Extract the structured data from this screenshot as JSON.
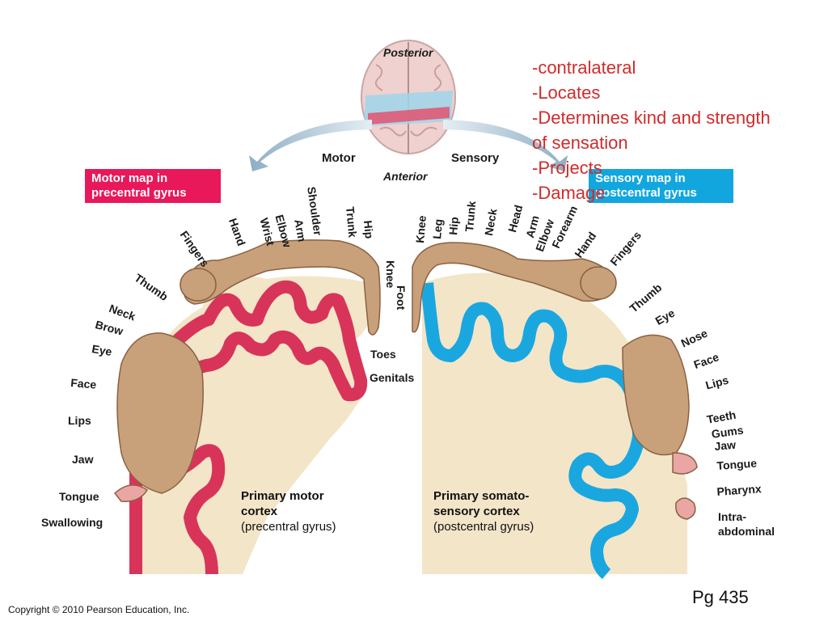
{
  "brain_labels": {
    "posterior": "Posterior",
    "anterior": "Anterior",
    "motor": "Motor",
    "sensory": "Sensory"
  },
  "motor_box": {
    "line1": "Motor map in",
    "line2": "precentral gyrus",
    "color": "#e8185a"
  },
  "sensory_box": {
    "line1": "Sensory map in",
    "line2": "postcentral gyrus",
    "color": "#12a6de"
  },
  "notes": [
    "-contralateral",
    "-Locates",
    "-Determines kind and strength",
    "of sensation",
    "-Projects",
    "-Damage"
  ],
  "motor_labels": {
    "fingers": "Fingers",
    "hand": "Hand",
    "wrist": "Wrist",
    "elbow": "Elbow",
    "arm": "Arm",
    "shoulder": "Shoulder",
    "trunk": "Trunk",
    "hip": "Hip",
    "knee": "Knee",
    "foot": "Foot",
    "toes": "Toes",
    "thumb": "Thumb",
    "neck": "Neck",
    "brow": "Brow",
    "eye": "Eye",
    "face": "Face",
    "lips": "Lips",
    "jaw": "Jaw",
    "tongue": "Tongue",
    "swallowing": "Swallowing"
  },
  "sensory_labels": {
    "genitals": "Genitals",
    "knee": "Knee",
    "leg": "Leg",
    "hip": "Hip",
    "trunk": "Trunk",
    "neck": "Neck",
    "head": "Head",
    "arm": "Arm",
    "elbow": "Elbow",
    "forearm": "Forearm",
    "hand": "Hand",
    "fingers": "Fingers",
    "thumb": "Thumb",
    "eye": "Eye",
    "nose": "Nose",
    "face": "Face",
    "lips": "Lips",
    "teeth": "Teeth",
    "gums": "Gums",
    "jaw": "Jaw",
    "tongue": "Tongue",
    "pharynx": "Pharynx",
    "intra1": "Intra-",
    "intra2": "abdominal"
  },
  "motor_caption": {
    "line1": "Primary motor",
    "line2": "cortex",
    "line3": "(precentral gyrus)"
  },
  "sensory_caption": {
    "line1": "Primary somato-",
    "line2": "sensory cortex",
    "line3": "(postcentral gyrus)"
  },
  "page_number": "Pg 435",
  "copyright": "Copyright © 2010 Pearson Education, Inc.",
  "colors": {
    "motor_cortex": "#d8345a",
    "sensory_cortex": "#1aa7e0",
    "tissue": "#f3e5c8",
    "notes_text": "#d02b2b",
    "skin": "#c8a07a"
  }
}
